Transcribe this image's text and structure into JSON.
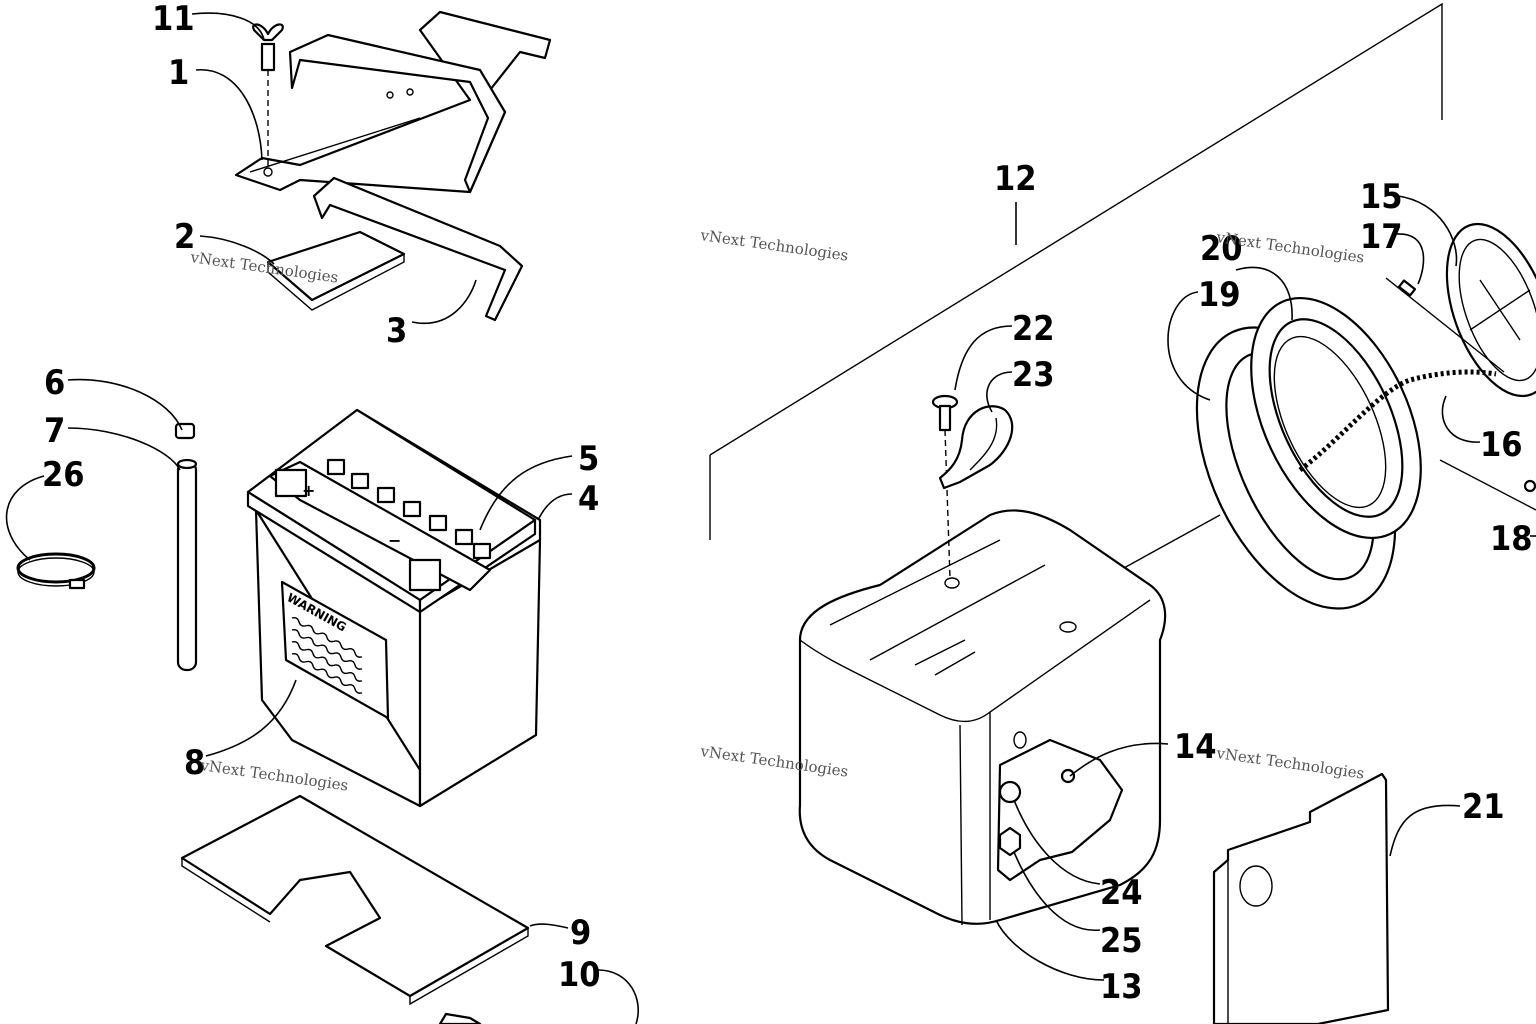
{
  "diagram": {
    "callouts": [
      "11",
      "1",
      "2",
      "3",
      "6",
      "7",
      "26",
      "5",
      "4",
      "8",
      "9",
      "10",
      "12",
      "22",
      "23",
      "15",
      "17",
      "20",
      "19",
      "16",
      "18",
      "14",
      "24",
      "25",
      "13",
      "21"
    ],
    "battery_label": "WARNING",
    "terminal_plus": "+",
    "terminal_minus": "−",
    "watermarks": [
      "vNext Technologies",
      "vNext Technologies",
      "vNext Technologies",
      "vNext Technologies",
      "vNext Technologies",
      "vNext Technologies"
    ]
  }
}
